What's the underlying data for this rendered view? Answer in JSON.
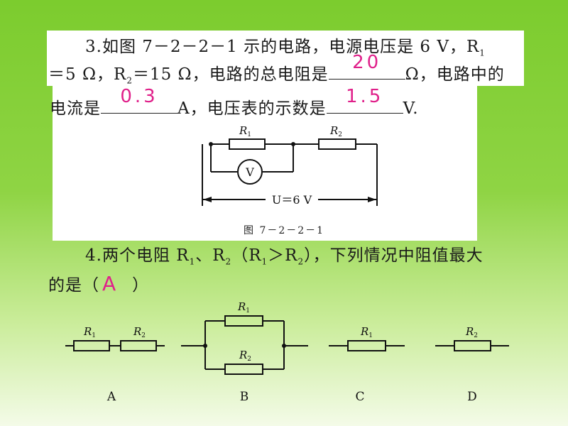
{
  "q3": {
    "line1": "3.如图 7－2－2－1 示的电路，电源电压是 6 V，R",
    "line1_sub": "1",
    "line2_a": "＝5 Ω，R",
    "line2_sub": "2",
    "line2_b": "＝15 Ω，电路的总电阻是",
    "line2_c": "Ω，电路中的",
    "line3_a": "电流是",
    "line3_b": "A，电压表的示数是",
    "line3_c": "V.",
    "answers": {
      "total_resistance": "20",
      "current": "0.3",
      "voltage": "1.5"
    }
  },
  "figure1": {
    "r1_label": "R",
    "r1_sub": "1",
    "r2_label": "R",
    "r2_sub": "2",
    "meter": "V",
    "voltage_label": "U＝6 V",
    "caption": "图 7－2－2－1"
  },
  "q4": {
    "line1_a": "4.两个电阻 R",
    "line1_s1": "1",
    "line1_b": "、R",
    "line1_s2": "2",
    "line1_c": "（R",
    "line1_s3": "1",
    "line1_d": "＞R",
    "line1_s4": "2",
    "line1_e": "），下列情况中阻值最大",
    "line2_a": "的是（",
    "line2_answer": "A",
    "line2_b": "）"
  },
  "options": {
    "a": {
      "label": "A",
      "r1": "R",
      "r1_sub": "1",
      "r2": "R",
      "r2_sub": "2"
    },
    "b": {
      "label": "B",
      "r1": "R",
      "r1_sub": "1",
      "r2": "R",
      "r2_sub": "2"
    },
    "c": {
      "label": "C",
      "r": "R",
      "r_sub": "1"
    },
    "d": {
      "label": "D",
      "r": "R",
      "r_sub": "2"
    }
  }
}
